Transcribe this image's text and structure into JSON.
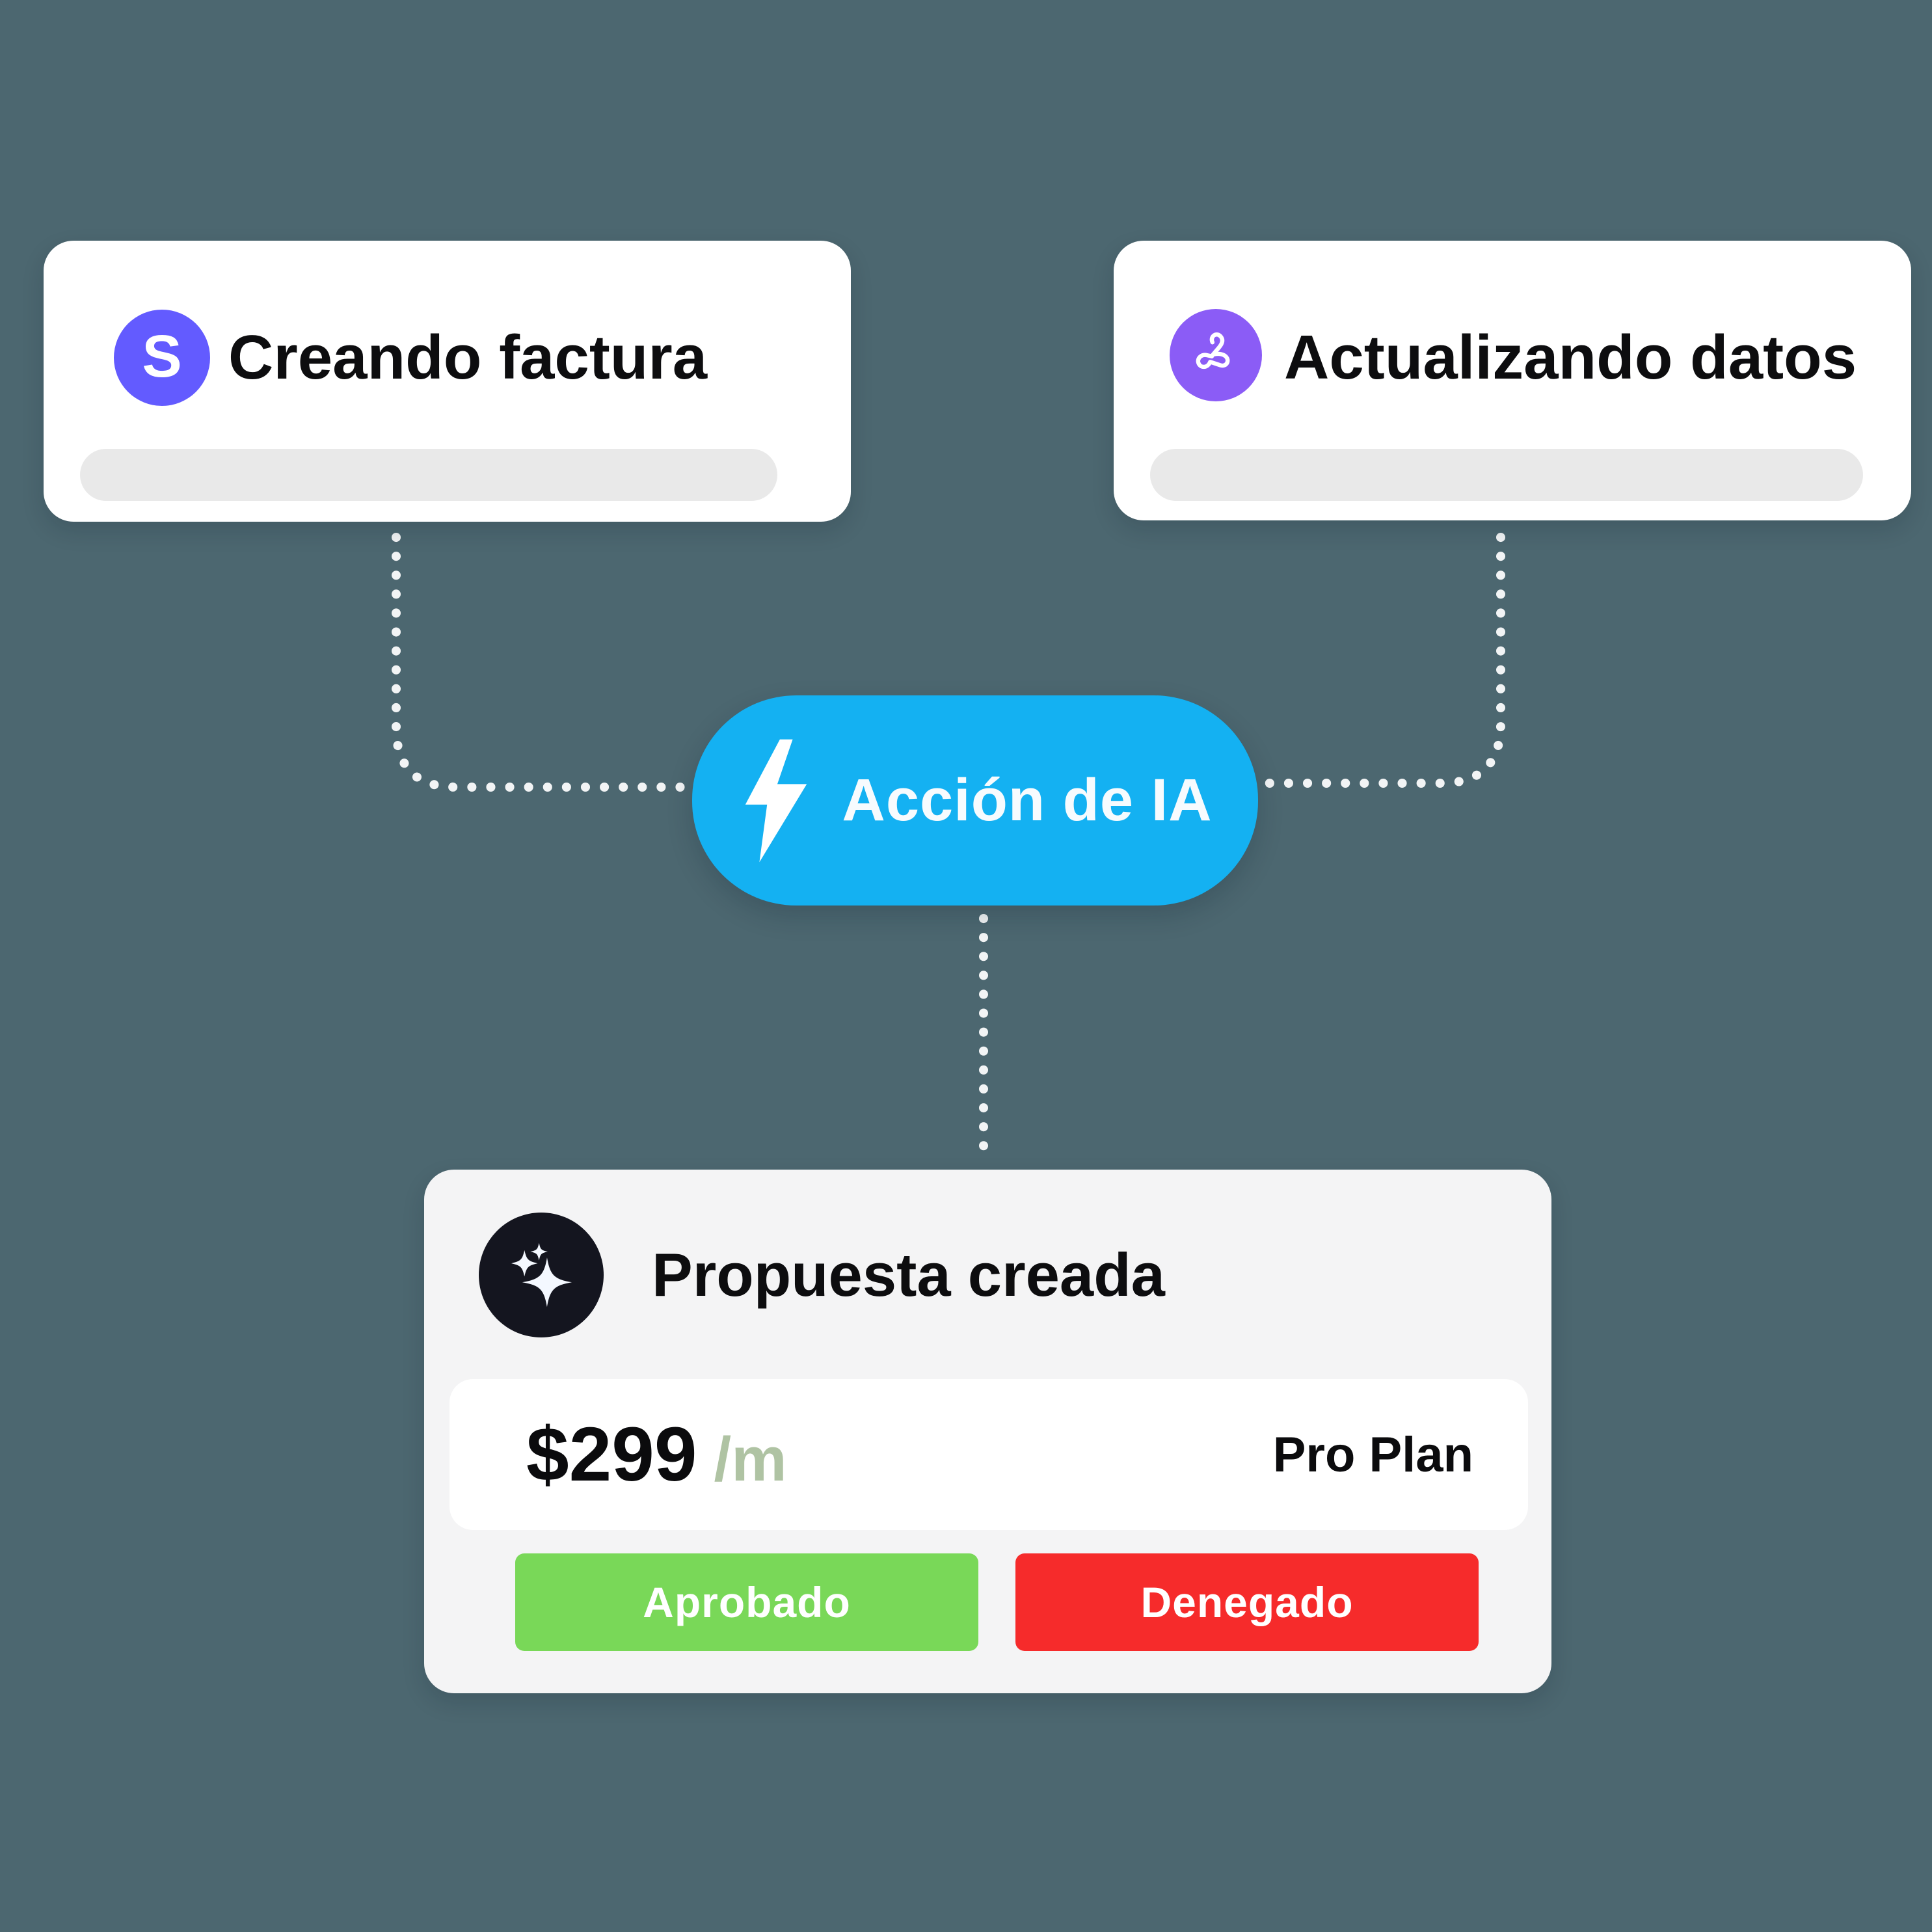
{
  "canvas": {
    "background": "#4C6770"
  },
  "nodes": {
    "invoice": {
      "title": "Creando factura",
      "icon": "stripe-s-icon",
      "icon_letter": "S",
      "icon_bg": "#635BFF"
    },
    "update": {
      "title": "Actualizando datos",
      "icon": "triangle-loop-icon",
      "icon_bg": "#8B5CF6"
    },
    "action": {
      "label": "Acción de IA",
      "icon": "lightning-bolt-icon",
      "bg": "#14B1F2"
    },
    "proposal": {
      "title": "Propuesta creada",
      "icon": "sparkles-icon",
      "icon_bg": "#14151F",
      "price": "$299",
      "period": "/m",
      "period_color": "#AFC3A3",
      "plan": "Pro Plan",
      "buttons": [
        {
          "label": "Aprobado",
          "color": "#79D858"
        },
        {
          "label": "Denegado",
          "color": "#F62B2B"
        }
      ]
    }
  },
  "progress_bar_color": "#E9E9E9",
  "connector_color": "#F2F4F5"
}
